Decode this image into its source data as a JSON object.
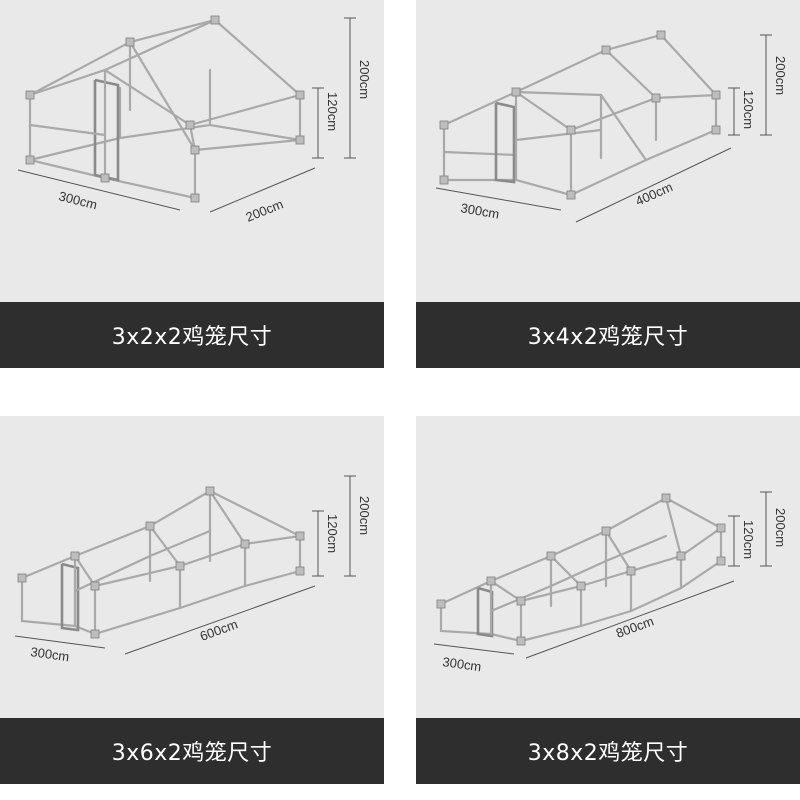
{
  "panels": [
    {
      "caption": "3x2x2鸡笼尺寸",
      "dims": {
        "total_height": "200cm",
        "side_height": "120cm",
        "width": "300cm",
        "length": "200cm"
      }
    },
    {
      "caption": "3x4x2鸡笼尺寸",
      "dims": {
        "total_height": "200cm",
        "side_height": "120cm",
        "width": "300cm",
        "length": "400cm"
      }
    },
    {
      "caption": "3x6x2鸡笼尺寸",
      "dims": {
        "total_height": "200cm",
        "side_height": "120cm",
        "width": "300cm",
        "length": "600cm"
      }
    },
    {
      "caption": "3x8x2鸡笼尺寸",
      "dims": {
        "total_height": "200cm",
        "side_height": "120cm",
        "width": "300cm",
        "length": "800cm"
      }
    }
  ],
  "colors": {
    "panel_bg": "#e9e9e9",
    "caption_bg": "#2e2e2e",
    "caption_text": "#ffffff",
    "pipe": "#a9a9a9"
  }
}
